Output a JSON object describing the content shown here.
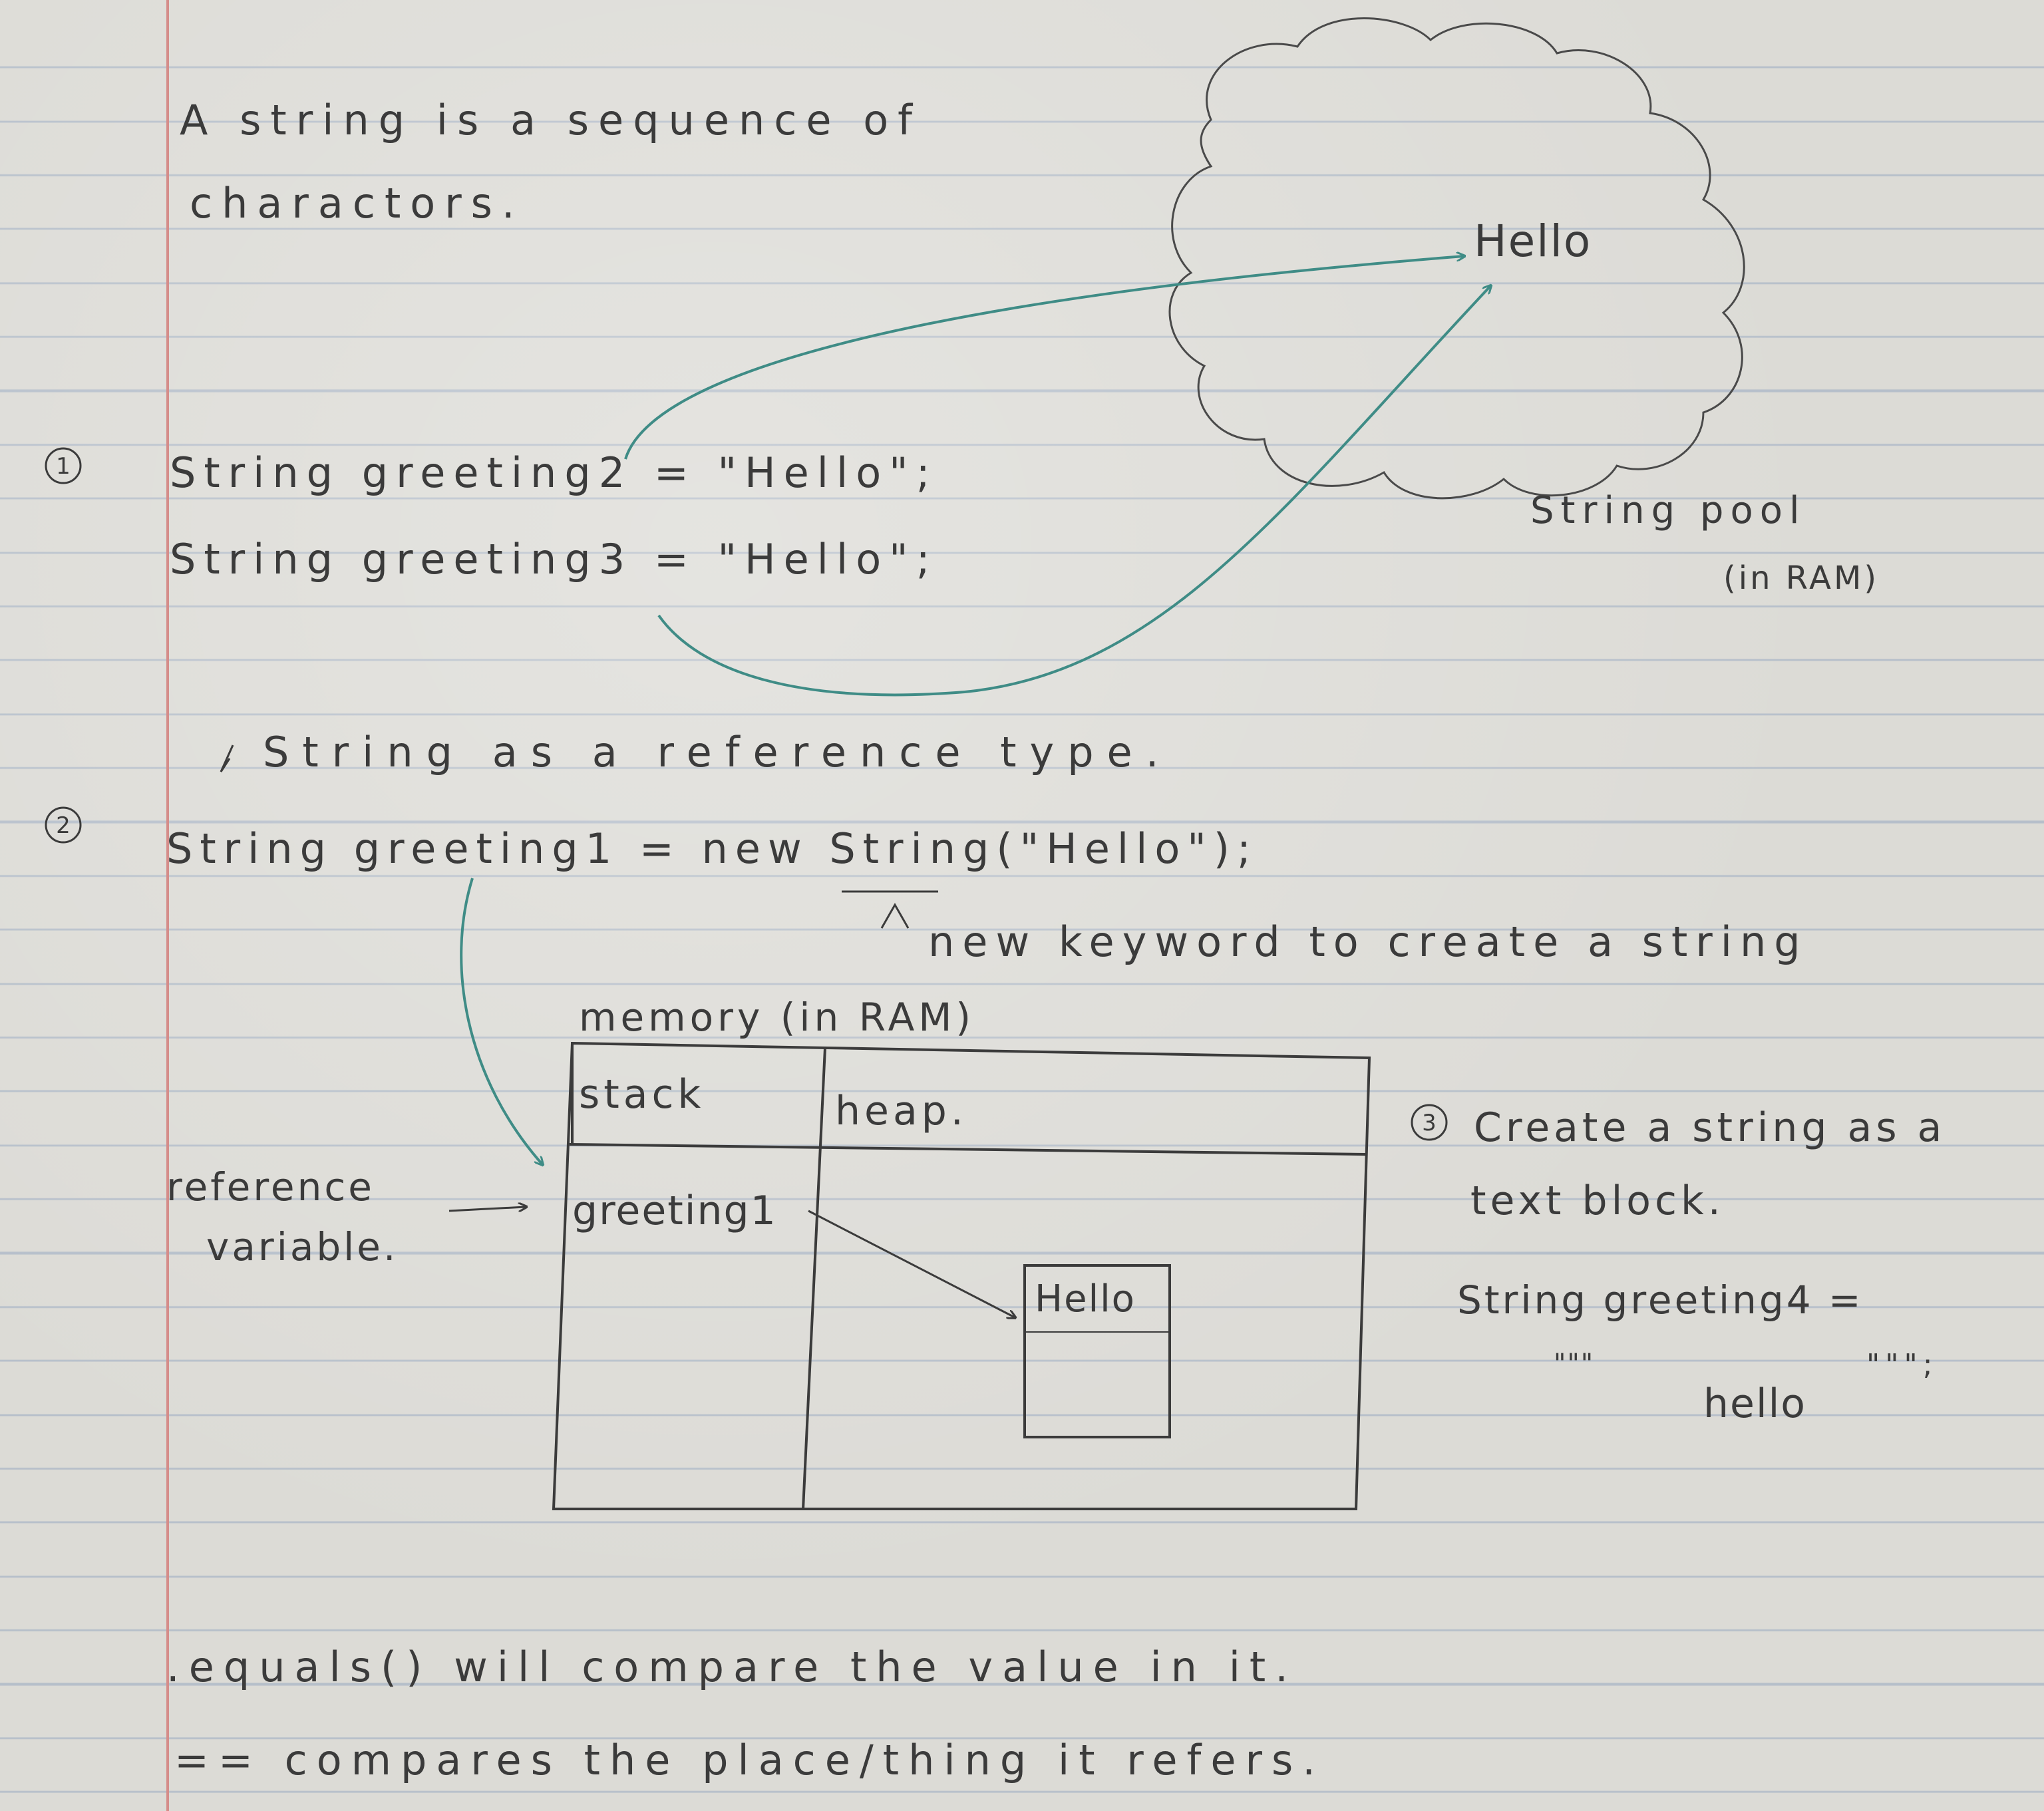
{
  "intro": {
    "line1": "A string is a sequence of",
    "line2": "charactors."
  },
  "pool": {
    "cloud_value": "Hello",
    "label": "String pool",
    "sublabel": "(in RAM)"
  },
  "section1": {
    "marker": "①",
    "line1": "String greeting2 = \"Hello\";",
    "line2": "String greeting3 = \"Hello\";"
  },
  "section2": {
    "heading": "String as a reference type.",
    "marker": "②",
    "code": "String greeting1 = new String(\"Hello\");",
    "annotation": "new keyword to create a string"
  },
  "memory": {
    "title": "memory (in RAM)",
    "stack_label": "stack",
    "heap_label": "heap.",
    "stack_var": "greeting1",
    "heap_value": "Hello",
    "ref_label_line1": "reference",
    "ref_label_line2": "variable."
  },
  "section3": {
    "marker": "③",
    "line1": "Create a string as a",
    "line2": "text block.",
    "code1": "String greeting4 =",
    "quotes_open": "\"\"\"",
    "code_value": "hello",
    "quotes_close": "\"\"\";"
  },
  "notes": {
    "equals": ".equals() will compare the value in it.",
    "double_equals": "== compares the place/thing it refers."
  },
  "colors": {
    "paper": "#dcdbd6",
    "rule_line": "#b6bfca",
    "margin_line": "#d58d8a",
    "ink_pencil": "#3b3b3b",
    "ink_teal": "#3f8c86"
  },
  "icons": [
    "arrow-icon",
    "cloud-icon",
    "circled-number-icon"
  ]
}
